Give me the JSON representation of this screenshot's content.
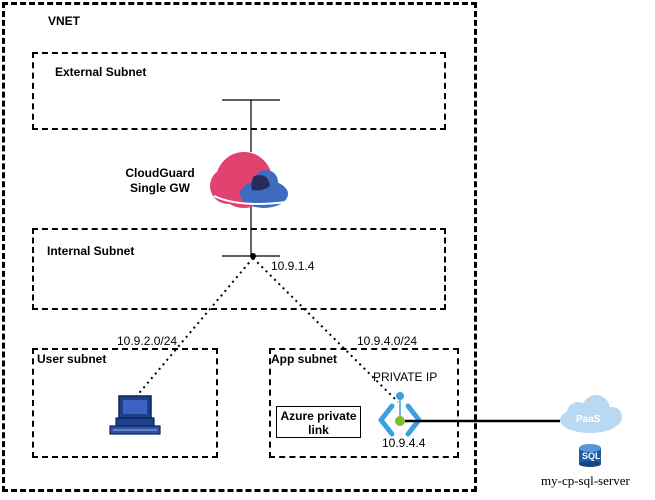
{
  "vnet": {
    "label": "VNET"
  },
  "subnets": {
    "external": "External Subnet",
    "internal": "Internal Subnet",
    "user": "User subnet",
    "app": "App subnet"
  },
  "gateway": {
    "line1": "CloudGuard",
    "line2": "Single GW",
    "ip": "10.9.1.4"
  },
  "routes": {
    "user_cidr": "10.9.2.0/24",
    "app_cidr": "10.9.4.0/24"
  },
  "private_link": {
    "line1": "Azure private",
    "line2": "link",
    "private_ip_label": "PRIVATE IP",
    "ip": "10.9.4.4"
  },
  "paas": {
    "badge": "PaaS",
    "db_label": "SQL",
    "server_name": "my-cp-sql-server"
  },
  "colors": {
    "cloud_pink": "#e0436f",
    "cloud_blue": "#3d6cc0",
    "cloud_dark": "#2a2a5a",
    "link_blue": "#3aa0e0",
    "link_green": "#7cbb2a",
    "paas_cloud": "#b9d9f2",
    "sql_blue": "#1e5aa8"
  }
}
